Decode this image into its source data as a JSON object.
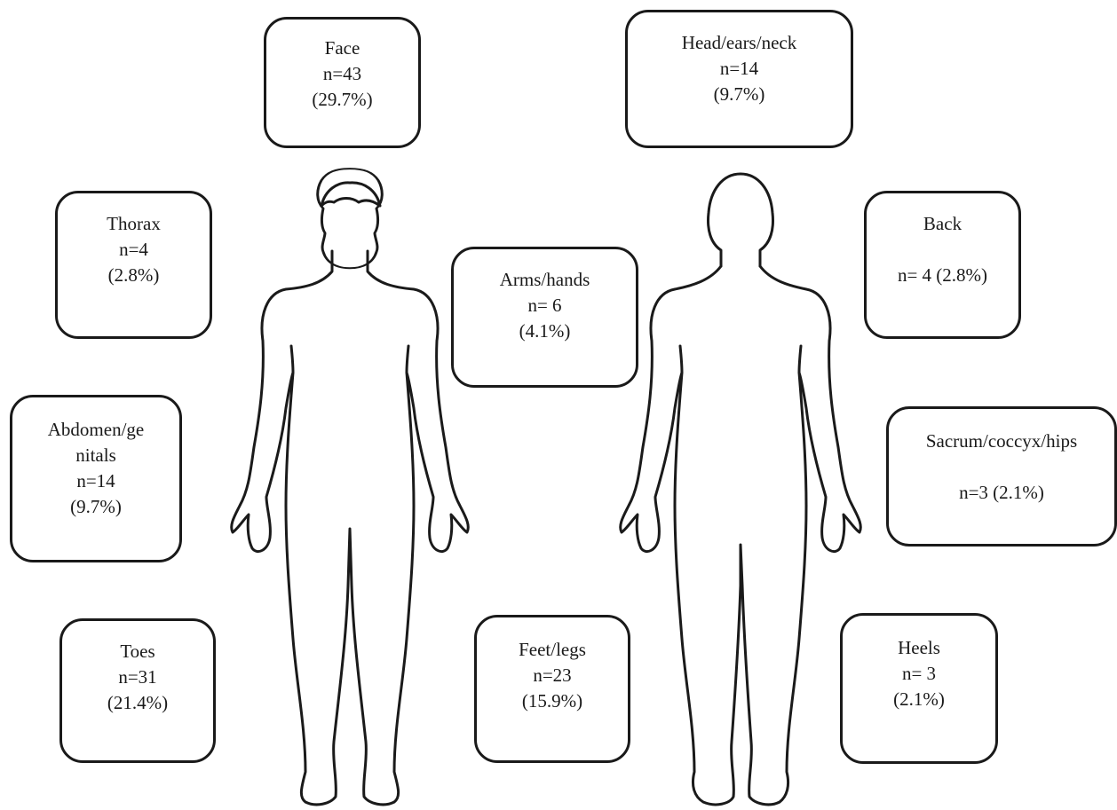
{
  "front_figure": {
    "view": "front"
  },
  "back_figure": {
    "view": "back"
  },
  "regions": {
    "face": {
      "name": "Face",
      "count": "n=43",
      "percent": "(29.7%)"
    },
    "head": {
      "name": "Head/ears/neck",
      "count": "n=14",
      "percent": "(9.7%)"
    },
    "thorax": {
      "name": "Thorax",
      "count": "n=4",
      "percent": "(2.8%)"
    },
    "arms": {
      "name": "Arms/hands",
      "count": "n= 6",
      "percent": "(4.1%)"
    },
    "back": {
      "name": "Back",
      "count_percent": "n= 4 (2.8%)"
    },
    "abdomen": {
      "name_line1": "Abdomen/ge",
      "name_line2": "nitals",
      "count": "n=14",
      "percent": "(9.7%)"
    },
    "sacrum": {
      "name": "Sacrum/coccyx/hips",
      "count_percent": "n=3 (2.1%)"
    },
    "toes": {
      "name": "Toes",
      "count": "n=31",
      "percent": "(21.4%)"
    },
    "feet": {
      "name": "Feet/legs",
      "count": "n=23",
      "percent": "(15.9%)"
    },
    "heels": {
      "name": "Heels",
      "count": "n= 3",
      "percent": "(2.1%)"
    }
  }
}
